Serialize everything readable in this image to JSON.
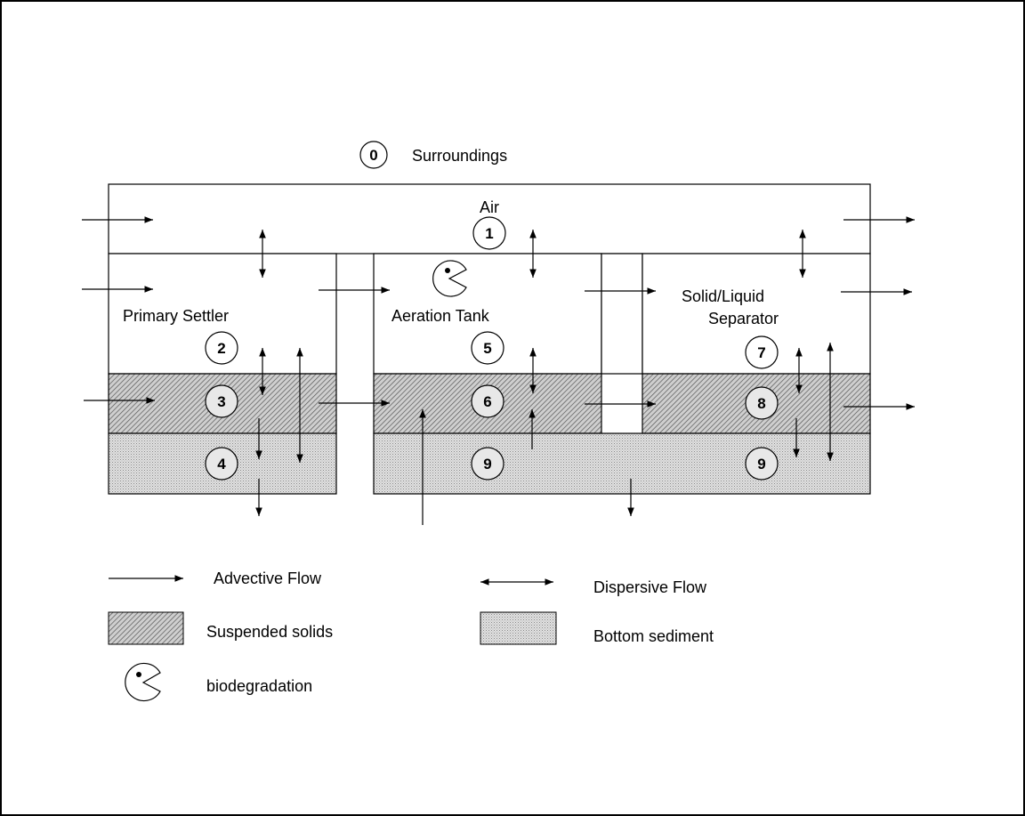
{
  "labels": {
    "surroundings": "Surroundings",
    "air": "Air",
    "primary_settler": "Primary Settler",
    "aeration_tank": "Aeration Tank",
    "separator_line1": "Solid/Liquid",
    "separator_line2": "Separator"
  },
  "compartments": {
    "c0": "0",
    "c1": "1",
    "c2": "2",
    "c3": "3",
    "c4": "4",
    "c5": "5",
    "c6": "6",
    "c7": "7",
    "c8": "8",
    "c9a": "9",
    "c9b": "9"
  },
  "legend": {
    "advective": "Advective Flow",
    "dispersive": "Dispersive Flow",
    "suspended": "Suspended solids",
    "sediment": "Bottom sediment",
    "biodegradation": "biodegradation"
  },
  "colors": {
    "line": "#000000",
    "suspended_fill": "#c8c8c8",
    "sediment_fill": "#dcdcdc",
    "circle_fill_light": "#e8e8e8",
    "background": "#ffffff"
  }
}
